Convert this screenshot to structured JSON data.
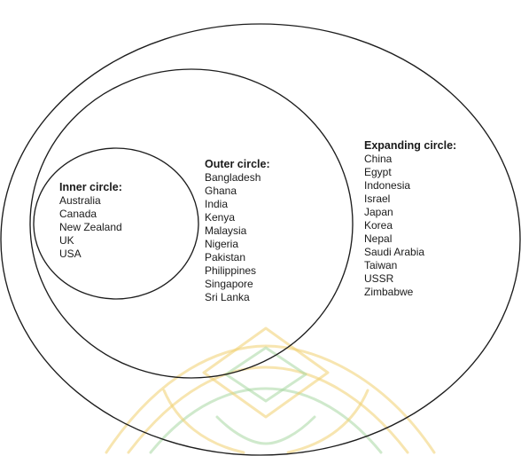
{
  "diagram": {
    "inner": {
      "title": "Inner circle:",
      "items": [
        "Australia",
        "Canada",
        "New Zealand",
        "UK",
        "USA"
      ]
    },
    "outer": {
      "title": "Outer circle:",
      "items": [
        "Bangladesh",
        "Ghana",
        "India",
        "Kenya",
        "Malaysia",
        "Nigeria",
        "Pakistan",
        "Philippines",
        "Singapore",
        "Sri Lanka"
      ]
    },
    "expanding": {
      "title": "Expanding circle:",
      "items": [
        "China",
        "Egypt",
        "Indonesia",
        "Israel",
        "Japan",
        "Korea",
        "Nepal",
        "Saudi Arabia",
        "Taiwan",
        "USSR",
        "Zimbabwe"
      ]
    }
  }
}
